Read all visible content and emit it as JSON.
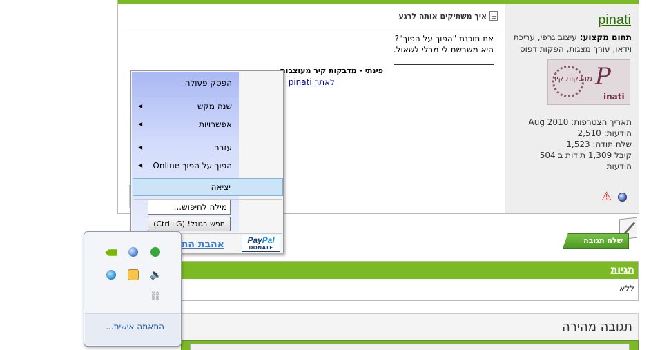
{
  "profile": {
    "username": "pinati",
    "occupation_label": "תחום מקצוע:",
    "occupation_value": "עיצוב גרפי, עריכת וידאו, עורך מצגות, הפקות דפוס",
    "avatar_text": "מדבקות קיר",
    "avatar_letter": "P",
    "avatar_word": "inati",
    "stats": [
      "תאריך הצטרפות: Aug 2010",
      "הודעות: 2,510",
      "שלח תודה: 1,523",
      "קיבל 1,309 תודות ב 504",
      "הודעות"
    ]
  },
  "post": {
    "title": "איך משתיקים אותה לרגע",
    "text_line1": "את תוכנת \"הפוך על הפוך\"?",
    "text_line2": "היא משבשת לי מבלי לשאול.",
    "signature": "פינתי - מדבקות קיר מעוצבות",
    "signature_link": "לאתר pinati"
  },
  "context_menu": {
    "items": [
      {
        "label": "הפסק פעולה",
        "submenu": false
      },
      {
        "label": "שנה מקש",
        "submenu": true
      },
      {
        "label": "אפשרויות",
        "submenu": true
      },
      {
        "label": "עזרה",
        "submenu": true
      },
      {
        "label": "הפוך על הפוך Online",
        "submenu": true
      }
    ],
    "exit_label": "יציאה",
    "search_value": "מילה לחיפוש...",
    "google_button": "חפש בגוגל! (Ctrl+G)",
    "love_link": "אהבת התוכנה?",
    "paypal_logo_pay": "Pay",
    "paypal_logo_pal": "Pal",
    "paypal_donate": "DONATE"
  },
  "reply_button": "שלח תגובה",
  "tags": {
    "title": "תגיות",
    "value": "ללא"
  },
  "quick_reply": {
    "title": "תגובה מהירה"
  },
  "tray": {
    "customize_link": "התאמה אישית...",
    "icons": [
      "nvidia-icon",
      "globe-icon",
      "update-check-icon",
      "disk-icon",
      "calendar-icon",
      "speaker-icon",
      "network-icon"
    ]
  },
  "colors": {
    "accent_green": "#7cba25",
    "username_green": "#2e6d0a",
    "menu_gradient_top": "#aab8f4",
    "link_blue": "#3a7bd5"
  }
}
